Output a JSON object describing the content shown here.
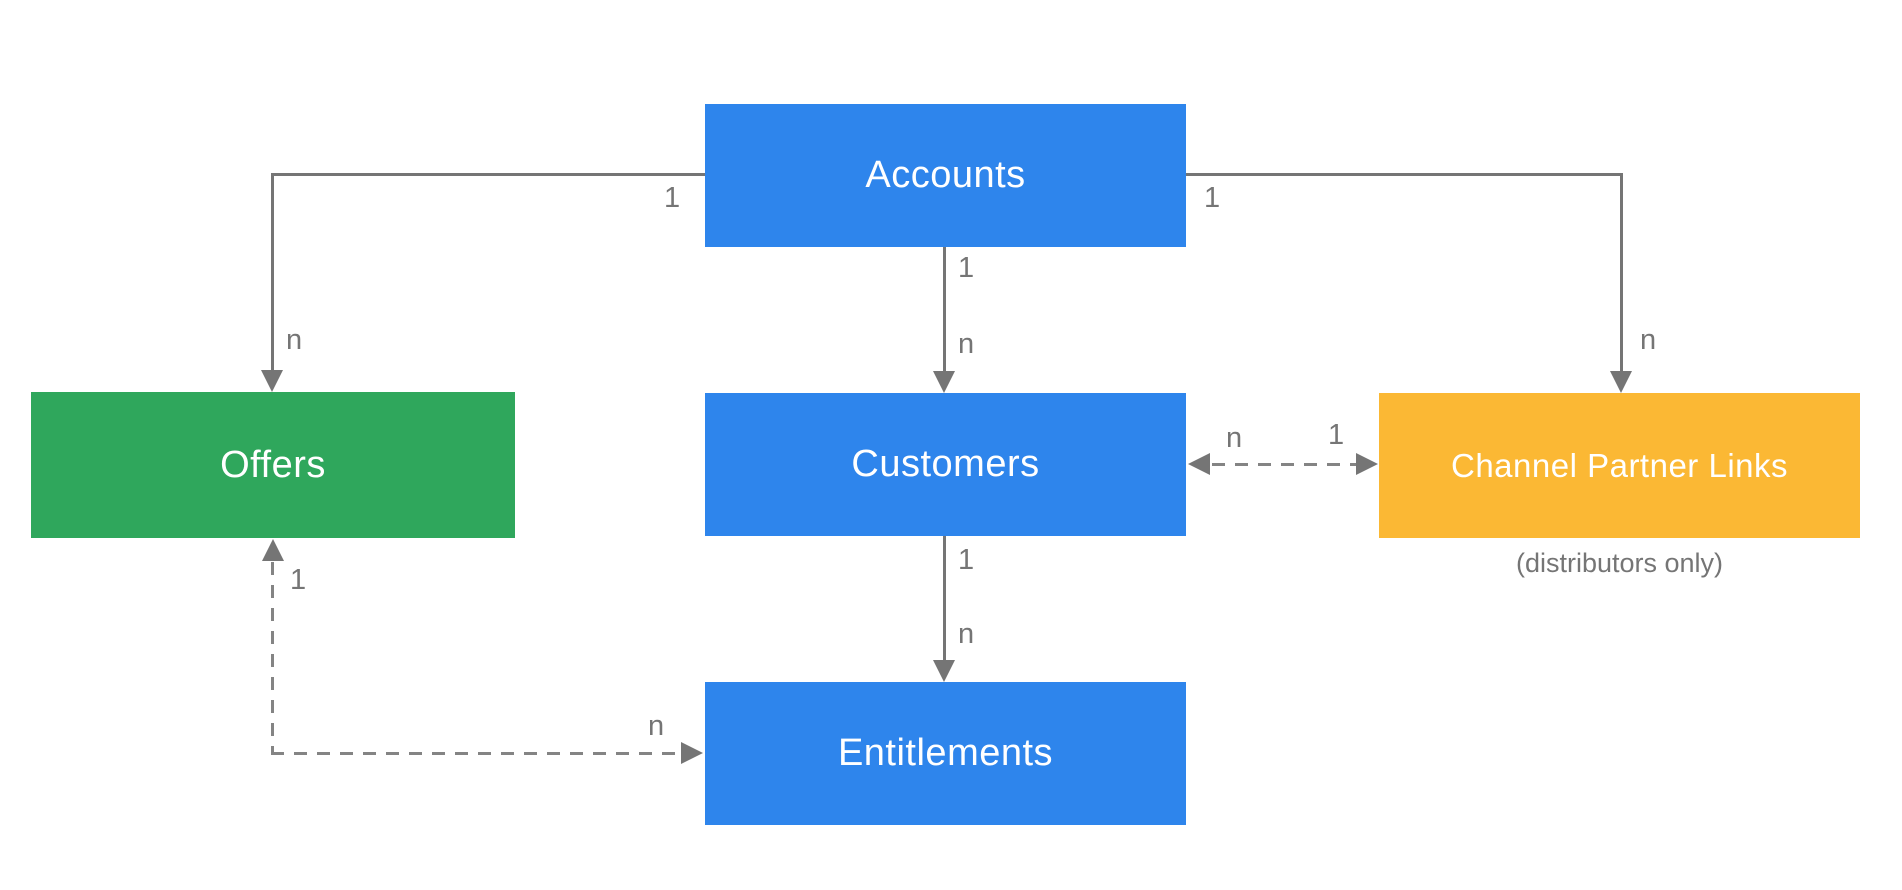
{
  "diagram": {
    "background_color": "#ffffff",
    "line_color": "#757575",
    "dashed_line_color": "#848484",
    "label_color": "#757575",
    "nodes": {
      "accounts": {
        "label": "Accounts",
        "color": "#2E85EC",
        "text_color": "#ffffff"
      },
      "offers": {
        "label": "Offers",
        "color": "#2FA75C",
        "text_color": "#ffffff"
      },
      "customers": {
        "label": "Customers",
        "color": "#2E85EC",
        "text_color": "#ffffff"
      },
      "channel_partner_links": {
        "label": "Channel Partner Links",
        "color": "#FBB834",
        "text_color": "#ffffff",
        "note": "(distributors only)"
      },
      "entitlements": {
        "label": "Entitlements",
        "color": "#2E85EC",
        "text_color": "#ffffff"
      }
    },
    "edges": {
      "accounts_to_offers": {
        "style": "solid",
        "source_label": "1",
        "target_label": "n"
      },
      "accounts_to_customers": {
        "style": "solid",
        "source_label": "1",
        "target_label": "n"
      },
      "accounts_to_channel_partner_links": {
        "style": "solid",
        "source_label": "1",
        "target_label": "n"
      },
      "customers_to_entitlements": {
        "style": "solid",
        "source_label": "1",
        "target_label": "n"
      },
      "customers_channel_partner_links": {
        "style": "dashed-bidirectional",
        "customers_side_label": "n",
        "channel_partner_side_label": "1"
      },
      "offers_entitlements": {
        "style": "dashed",
        "offers_side_label": "1",
        "entitlements_side_label": "n"
      }
    }
  }
}
